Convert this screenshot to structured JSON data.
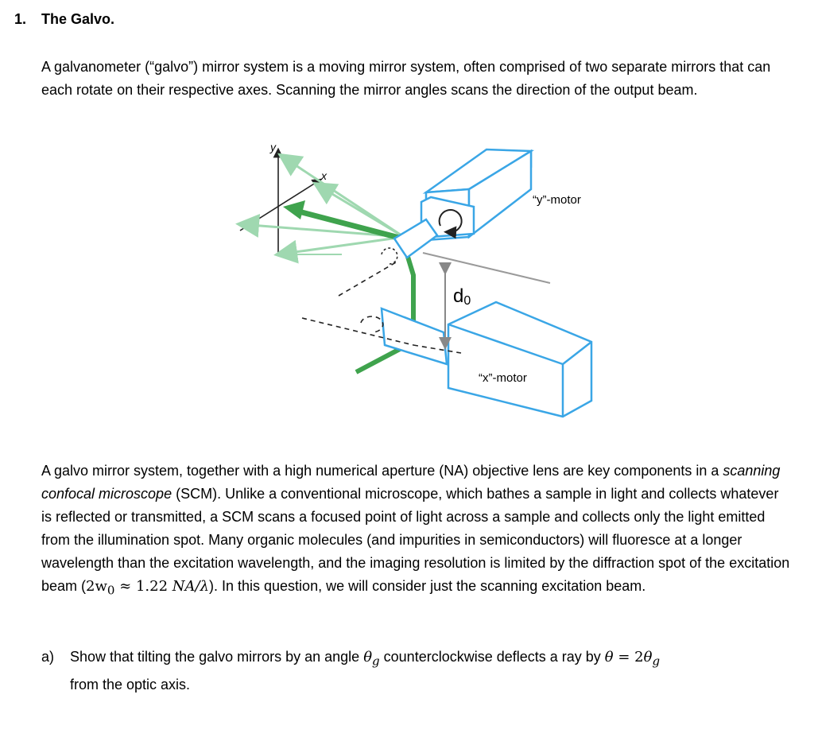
{
  "section": {
    "number": "1.",
    "title": "The Galvo."
  },
  "intro": "A galvanometer (“galvo”) mirror system is a moving mirror system, often comprised of two separate mirrors that can each rotate on their respective axes. Scanning the mirror angles scans the direction of the output beam.",
  "figure": {
    "axis_y": "y",
    "axis_x": "x",
    "y_motor": "“y”-motor",
    "x_motor": "“x”-motor",
    "distance": "d",
    "distance_sub": "0",
    "colors": {
      "mirror_blue": "#3aa6e6",
      "beam_green": "#3fa34d",
      "beam_light": "#9fd8b0",
      "axis_black": "#222222",
      "line_gray": "#9a9a9a"
    }
  },
  "body": {
    "p1": "A galvo mirror system, together with a high numerical aperture (NA) objective lens are key components in a ",
    "p1_em": "scanning confocal microscope",
    "p2": " (SCM). Unlike a conventional microscope, which bathes a sample in light and collects whatever is reflected or transmitted, a SCM scans a focused point of light across a sample and collects only the light emitted from the illumination spot. Many organic molecules (and impurities in semiconductors) will fluoresce at a longer wavelength than the excitation wavelength, and the imaging resolution is limited by the diffraction spot of the excitation beam (",
    "formula_a": "2w",
    "formula_sub": "0",
    "formula_b": " ≈ 1.22 ",
    "formula_c": "NA/λ",
    "p3": "). In this question, we will consider just the scanning excitation beam."
  },
  "question_a": {
    "label": "a)",
    "t1": "Show that tilting the galvo mirrors by an angle ",
    "theta_g": "θ",
    "sub_g": "g",
    "t2": " counterclockwise deflects a ray by ",
    "theta": "θ",
    "t3": " = 2",
    "theta2": "θ",
    "sub_g2": "g",
    "t4": " from the optic axis."
  }
}
